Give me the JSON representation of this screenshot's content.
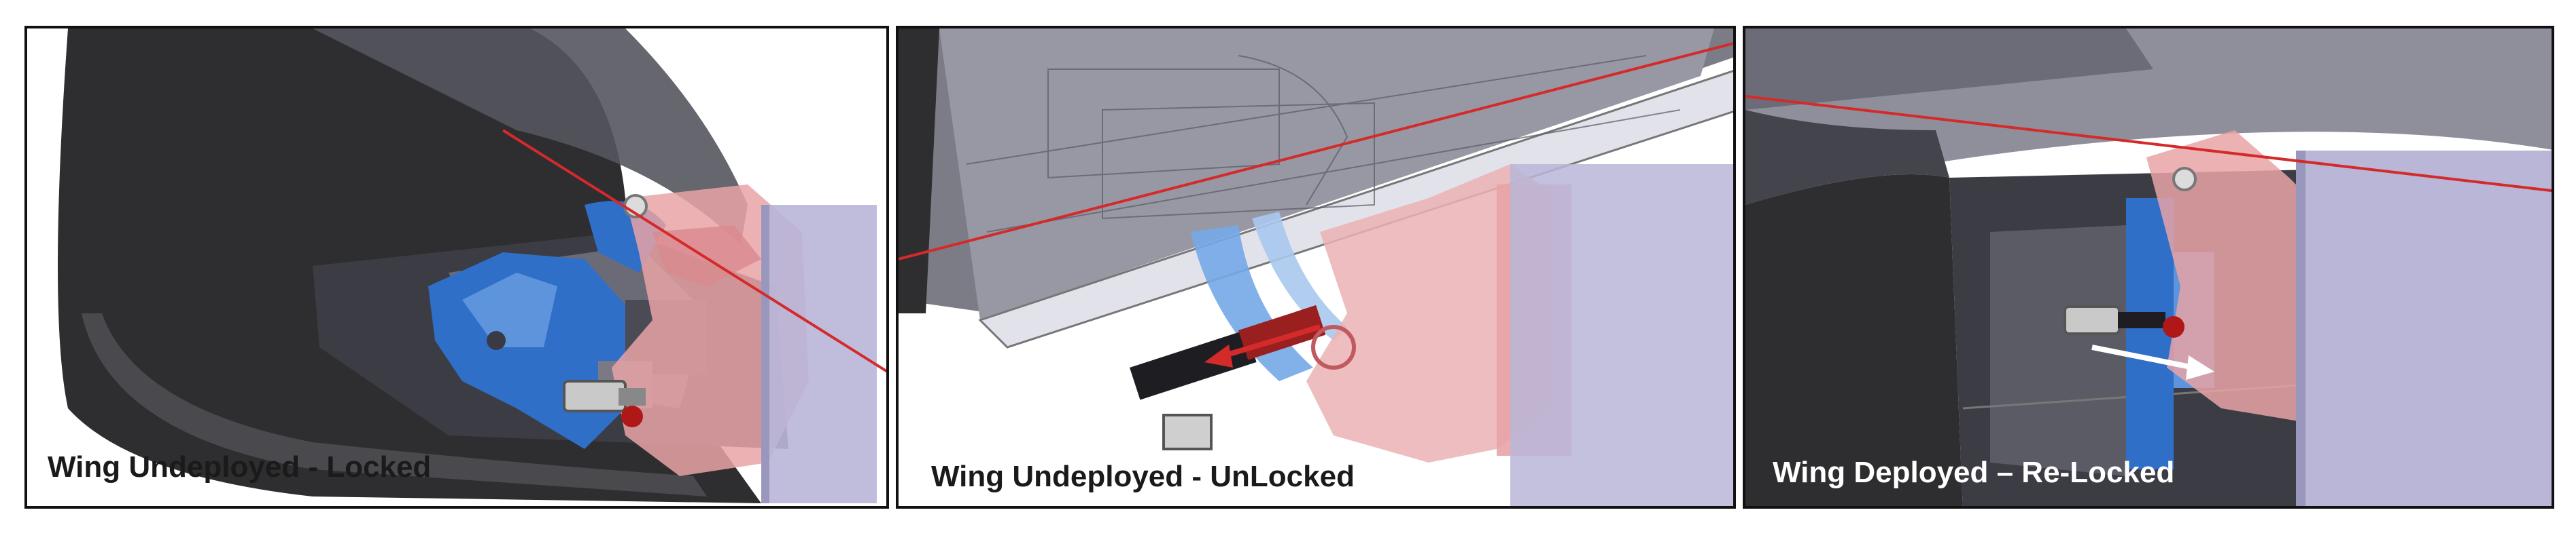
{
  "panels": [
    {
      "caption": "Wing Undeployed - Locked"
    },
    {
      "caption": "Wing Undeployed - UnLocked"
    },
    {
      "caption": "Wing Deployed – Re-Locked"
    }
  ],
  "colors": {
    "wing_dark": "#2e2e30",
    "housing_gray": "#5a5a66",
    "lock_blue": "#2f6fc8",
    "bracket_pink": "#e7a3a6",
    "plate_lavender": "#b9b6d8",
    "axis_red": "#d42a2a",
    "arrow_white": "#ffffff"
  },
  "icons": [
    "pin-icon",
    "actuator-icon",
    "arrow-left-icon",
    "arrow-right-icon"
  ]
}
